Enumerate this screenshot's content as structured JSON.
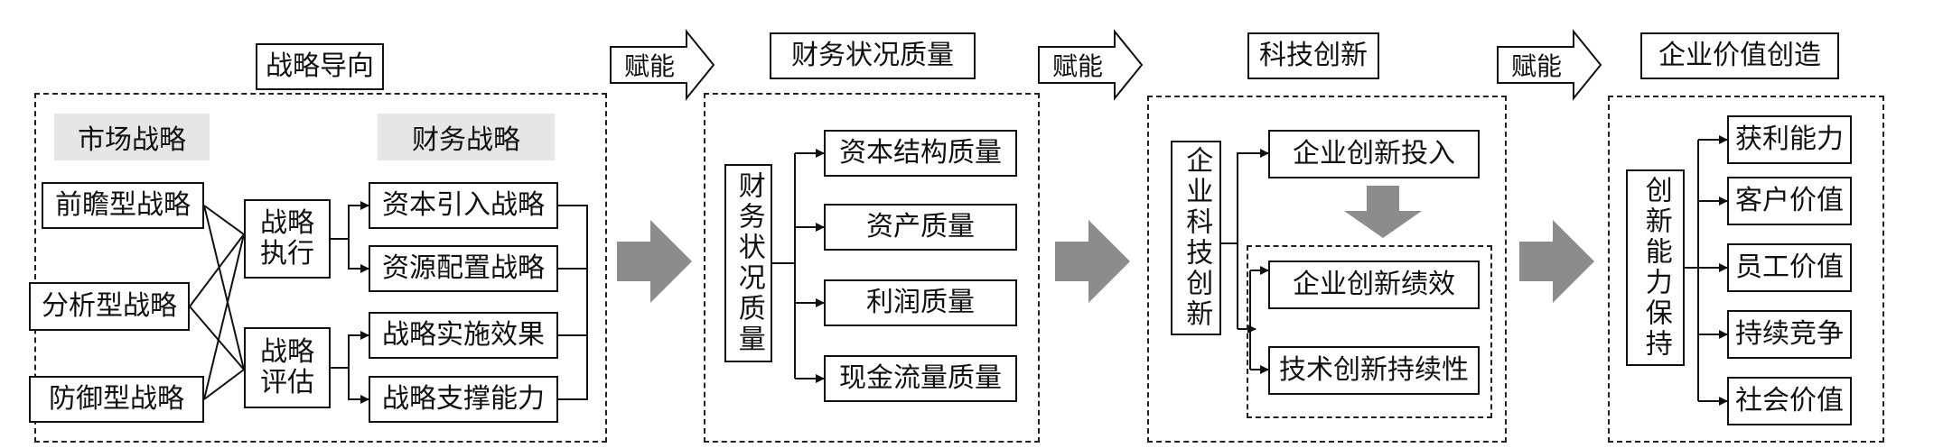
{
  "stage1": {
    "title": "战略导向",
    "group_market": "市场战略",
    "group_finance": "财务战略",
    "market_items": [
      "前瞻型战略",
      "分析型战略",
      "防御型战略"
    ],
    "exec": "战略执行",
    "eval": "战略评估",
    "finance_items": [
      "资本引入战略",
      "资源配置战略",
      "战略实施效果",
      "战略支撑能力"
    ]
  },
  "enable_label": "赋能",
  "stage2": {
    "title": "财务状况质量",
    "root": "财务状况质量",
    "items": [
      "资本结构质量",
      "资产质量",
      "利润质量",
      "现金流量质量"
    ]
  },
  "stage3": {
    "title": "科技创新",
    "root": "企业科技创新",
    "input": "企业创新投入",
    "outputs": [
      "企业创新绩效",
      "技术创新持续性"
    ]
  },
  "stage4": {
    "title": "企业价值创造",
    "root": "创新能力保持",
    "items": [
      "获利能力",
      "客户价值",
      "员工价值",
      "持续竞争",
      "社会价值"
    ]
  },
  "colors": {
    "line": "#111111",
    "arrow_fill": "#8c8c8c",
    "group_bg": "#e6e6e6"
  }
}
